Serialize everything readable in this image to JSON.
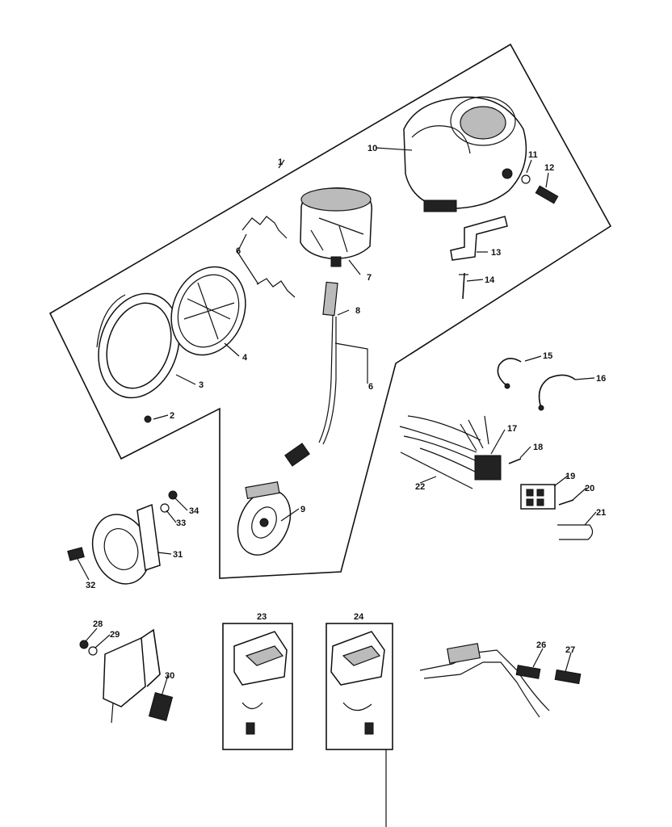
{
  "callouts": [
    "1",
    "2",
    "3",
    "4",
    "6",
    "7",
    "8",
    "6",
    "9",
    "10",
    "11",
    "12",
    "13",
    "14",
    "15",
    "16",
    "17",
    "18",
    "19",
    "20",
    "21",
    "22",
    "23",
    "24",
    "26",
    "27",
    "28",
    "29",
    "30",
    "31",
    "32",
    "33",
    "34"
  ]
}
